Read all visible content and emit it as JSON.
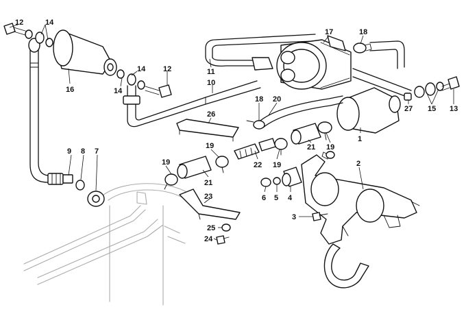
{
  "diagram": {
    "callouts": [
      {
        "id": "c12a",
        "text": "12"
      },
      {
        "id": "c14a",
        "text": "14"
      },
      {
        "id": "c16",
        "text": "16"
      },
      {
        "id": "c14b",
        "text": "14"
      },
      {
        "id": "c14c",
        "text": "14"
      },
      {
        "id": "c12b",
        "text": "12"
      },
      {
        "id": "c11",
        "text": "11"
      },
      {
        "id": "c10",
        "text": "10"
      },
      {
        "id": "c17",
        "text": "17"
      },
      {
        "id": "c18a",
        "text": "18"
      },
      {
        "id": "c27",
        "text": "27"
      },
      {
        "id": "c15",
        "text": "15"
      },
      {
        "id": "c13",
        "text": "13"
      },
      {
        "id": "c18b",
        "text": "18"
      },
      {
        "id": "c20",
        "text": "20"
      },
      {
        "id": "c26",
        "text": "26"
      },
      {
        "id": "c1",
        "text": "1"
      },
      {
        "id": "c21a",
        "text": "21"
      },
      {
        "id": "c19a",
        "text": "19"
      },
      {
        "id": "c19b",
        "text": "19"
      },
      {
        "id": "c22",
        "text": "22"
      },
      {
        "id": "c19c",
        "text": "19"
      },
      {
        "id": "c19d",
        "text": "19"
      },
      {
        "id": "c21b",
        "text": "21"
      },
      {
        "id": "c2",
        "text": "2"
      },
      {
        "id": "c9",
        "text": "9"
      },
      {
        "id": "c8",
        "text": "8"
      },
      {
        "id": "c7",
        "text": "7"
      },
      {
        "id": "c6",
        "text": "6"
      },
      {
        "id": "c5",
        "text": "5"
      },
      {
        "id": "c4",
        "text": "4"
      },
      {
        "id": "c23",
        "text": "23"
      },
      {
        "id": "c3",
        "text": "3"
      },
      {
        "id": "c25",
        "text": "25"
      },
      {
        "id": "c24",
        "text": "24"
      }
    ]
  }
}
